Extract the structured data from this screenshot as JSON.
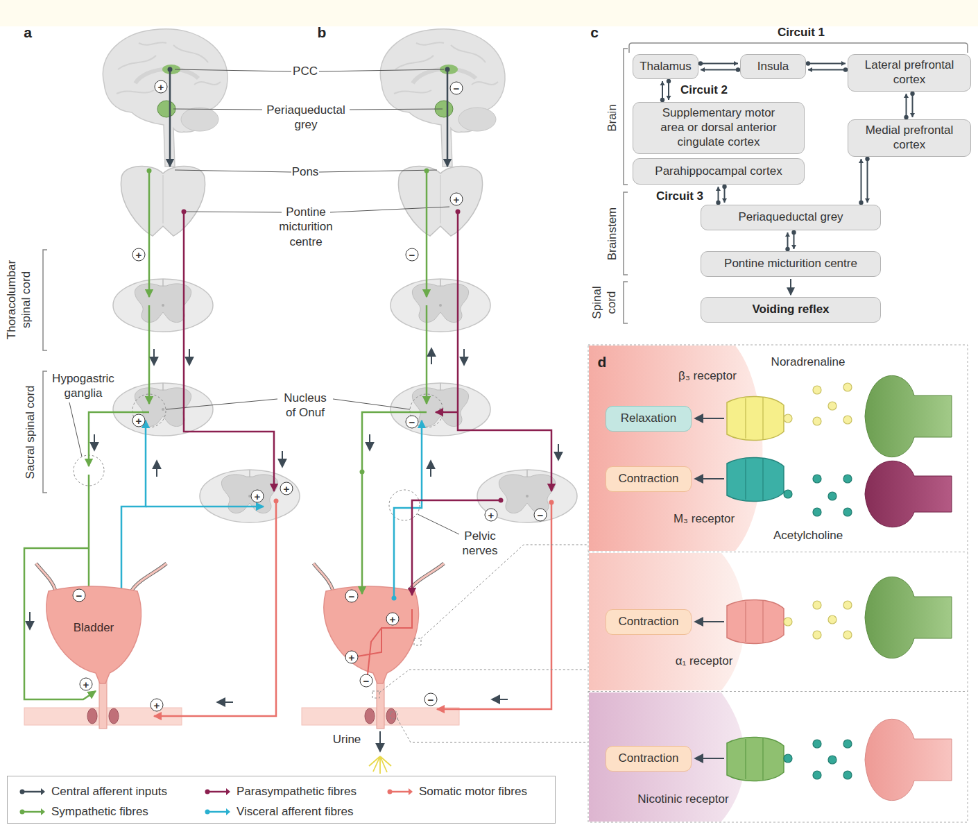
{
  "diagram": {
    "nodes": [
      {
        "text": [
          "Bladder"
        ]
      },
      {
        "text": [
          "Thalamus"
        ]
      },
      {
        "text": [
          "Insula"
        ]
      },
      {
        "text": [
          "Lateral prefrontal cortex"
        ]
      },
      {
        "text": [
          "Supplementary motor area or dorsal anterior cingulate cortex"
        ]
      },
      {
        "text": [
          "Medial prefrontal cortex"
        ]
      },
      {
        "text": [
          "Parahippocampal cortex"
        ]
      },
      {
        "text": [
          "Periaqueductal grey"
        ]
      },
      {
        "text": [
          "Pontine micturition centre"
        ]
      },
      {
        "text": [
          "Voiding reflex"
        ]
      },
      {
        "text": [
          "Relaxation"
        ]
      },
      {
        "text": [
          "Contraction"
        ]
      },
      {
        "text": [
          "Contraction"
        ]
      },
      {
        "text": [
          "Contraction"
        ]
      }
    ],
    "edges": [
      {
        "from": 1,
        "to": 2,
        "arrow": "both"
      },
      {
        "from": 2,
        "to": 3,
        "arrow": "both"
      },
      {
        "from": 1,
        "to": 4,
        "arrow": "both"
      },
      {
        "from": 3,
        "to": 5,
        "arrow": "both"
      },
      {
        "from": 5,
        "to": 7,
        "arrow": "both"
      },
      {
        "from": 6,
        "to": 7,
        "arrow": "both"
      },
      {
        "from": 7,
        "to": 8,
        "arrow": "both"
      },
      {
        "from": 8,
        "to": 9,
        "arrow": "to"
      }
    ],
    "labels": [
      "a",
      "b",
      "c",
      "d",
      "PCC",
      "Periaqueductal grey",
      "Pons",
      "Pontine micturition centre",
      "Thoracolumbar spinal cord",
      "Sacral spinal cord",
      "Hypogastric ganglia",
      "Nucleus of Onuf",
      "Pelvic nerves",
      "Urine",
      "Circuit 1",
      "Circuit 2",
      "Circuit 3",
      "Brain",
      "Brainstem",
      "Spinal cord",
      "β₃ receptor",
      "Noradrenaline",
      "M₃ receptor",
      "Acetylcholine",
      "α₁ receptor",
      "Nicotinic receptor",
      "+",
      "+",
      "+",
      "+",
      "+",
      "−",
      "+",
      "+",
      "−",
      "+",
      "−",
      "−",
      "+",
      "−",
      "−",
      "+",
      "+",
      "−",
      "−"
    ],
    "legend": [
      {
        "text": "Central afferent inputs"
      },
      {
        "text": "Parasympathetic fibres"
      },
      {
        "text": "Somatic motor fibres"
      },
      {
        "text": "Sympathetic fibres"
      },
      {
        "text": "Visceral afferent fibres"
      }
    ]
  }
}
